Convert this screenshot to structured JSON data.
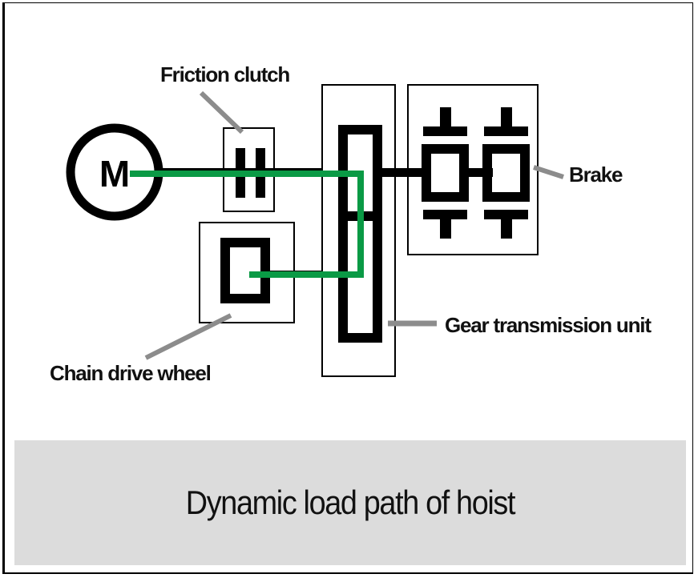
{
  "diagram": {
    "title": "Dynamic load path of hoist",
    "motor_symbol": "M",
    "labels": {
      "friction_clutch": "Friction clutch",
      "brake": "Brake",
      "gear_transmission_unit": "Gear transmission unit",
      "chain_drive_wheel": "Chain drive wheel"
    },
    "colors": {
      "load_path": "#0a9a45",
      "leader_line": "#8c8c8c",
      "caption_background": "#dcdcdc"
    }
  }
}
